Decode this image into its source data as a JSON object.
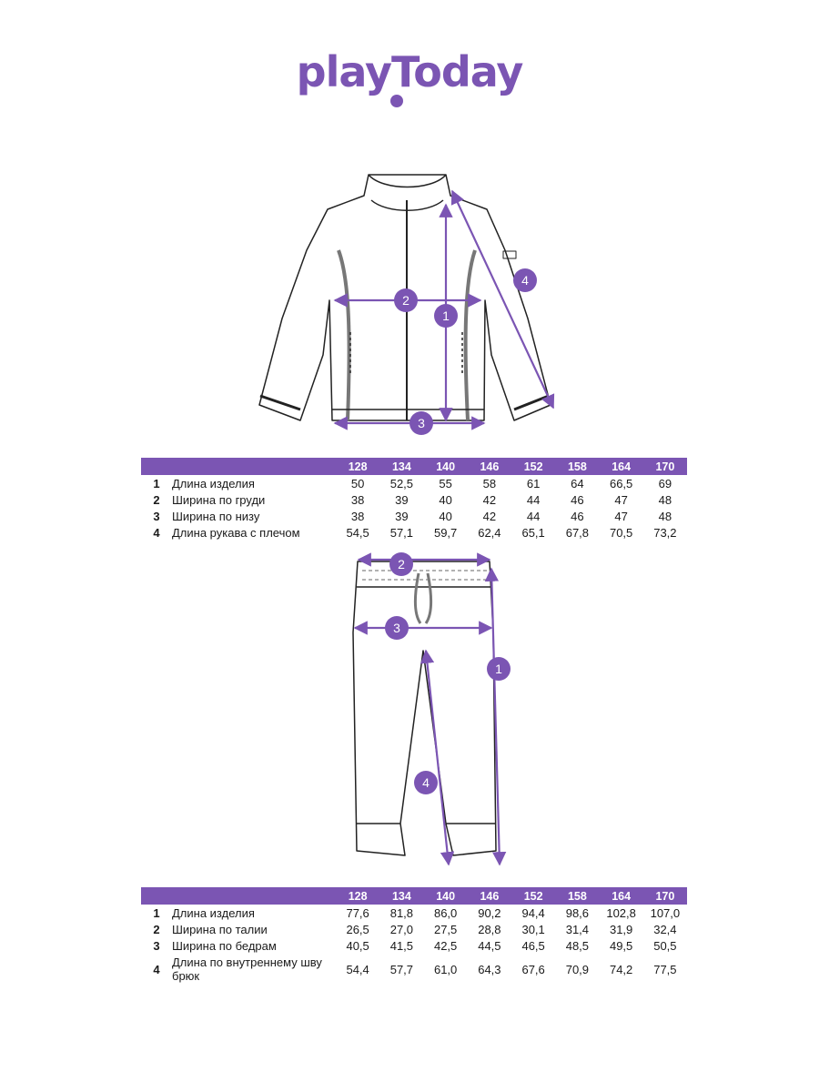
{
  "brand": {
    "name": "playToday",
    "color": "#7b55b3"
  },
  "sizes": [
    "128",
    "134",
    "140",
    "146",
    "152",
    "158",
    "164",
    "170"
  ],
  "jacket": {
    "markers": [
      "1",
      "2",
      "3",
      "4"
    ],
    "rows": [
      {
        "num": "1",
        "label": "Длина изделия",
        "values": [
          "50",
          "52,5",
          "55",
          "58",
          "61",
          "64",
          "66,5",
          "69"
        ]
      },
      {
        "num": "2",
        "label": "Ширина по груди",
        "values": [
          "38",
          "39",
          "40",
          "42",
          "44",
          "46",
          "47",
          "48"
        ]
      },
      {
        "num": "3",
        "label": "Ширина по низу",
        "values": [
          "38",
          "39",
          "40",
          "42",
          "44",
          "46",
          "47",
          "48"
        ]
      },
      {
        "num": "4",
        "label": "Длина рукава с плечом",
        "values": [
          "54,5",
          "57,1",
          "59,7",
          "62,4",
          "65,1",
          "67,8",
          "70,5",
          "73,2"
        ]
      }
    ]
  },
  "pants": {
    "markers": [
      "1",
      "2",
      "3",
      "4"
    ],
    "rows": [
      {
        "num": "1",
        "label": "Длина изделия",
        "values": [
          "77,6",
          "81,8",
          "86,0",
          "90,2",
          "94,4",
          "98,6",
          "102,8",
          "107,0"
        ]
      },
      {
        "num": "2",
        "label": "Ширина по талии",
        "values": [
          "26,5",
          "27,0",
          "27,5",
          "28,8",
          "30,1",
          "31,4",
          "31,9",
          "32,4"
        ]
      },
      {
        "num": "3",
        "label": "Ширина по бедрам",
        "values": [
          "40,5",
          "41,5",
          "42,5",
          "44,5",
          "46,5",
          "48,5",
          "49,5",
          "50,5"
        ]
      },
      {
        "num": "4",
        "label": "Длина по внутреннему шву брюк",
        "values": [
          "54,4",
          "57,7",
          "61,0",
          "64,3",
          "67,6",
          "70,9",
          "74,2",
          "77,5"
        ]
      }
    ]
  }
}
